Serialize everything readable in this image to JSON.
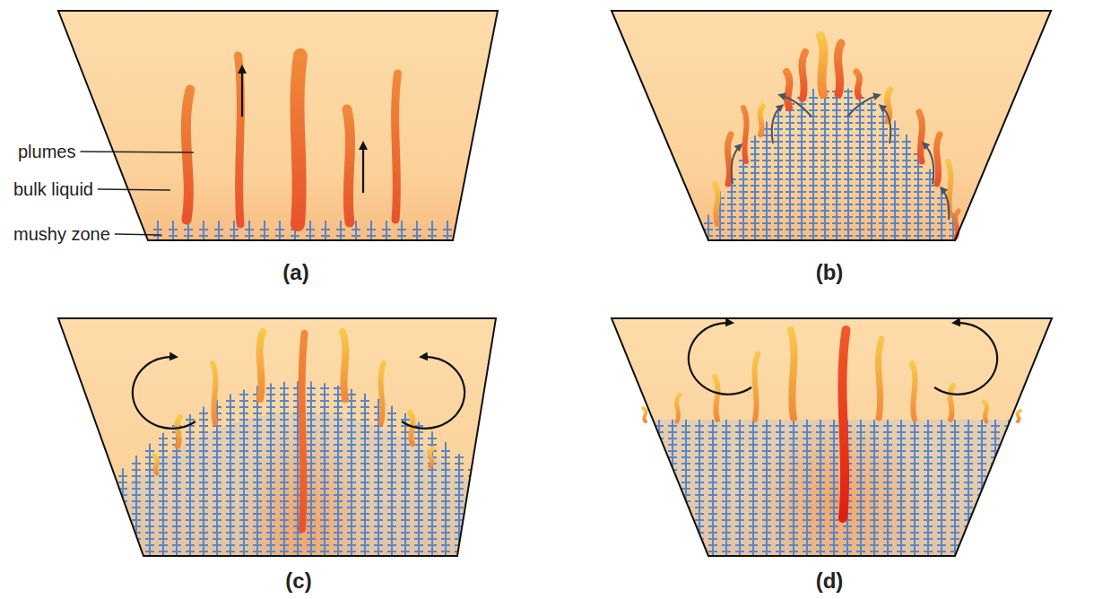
{
  "diagram": {
    "labels": [
      "plumes",
      "bulk liquid",
      "mushy zone",
      "(a)",
      "(b)",
      "(c)",
      "(d)"
    ]
  }
}
